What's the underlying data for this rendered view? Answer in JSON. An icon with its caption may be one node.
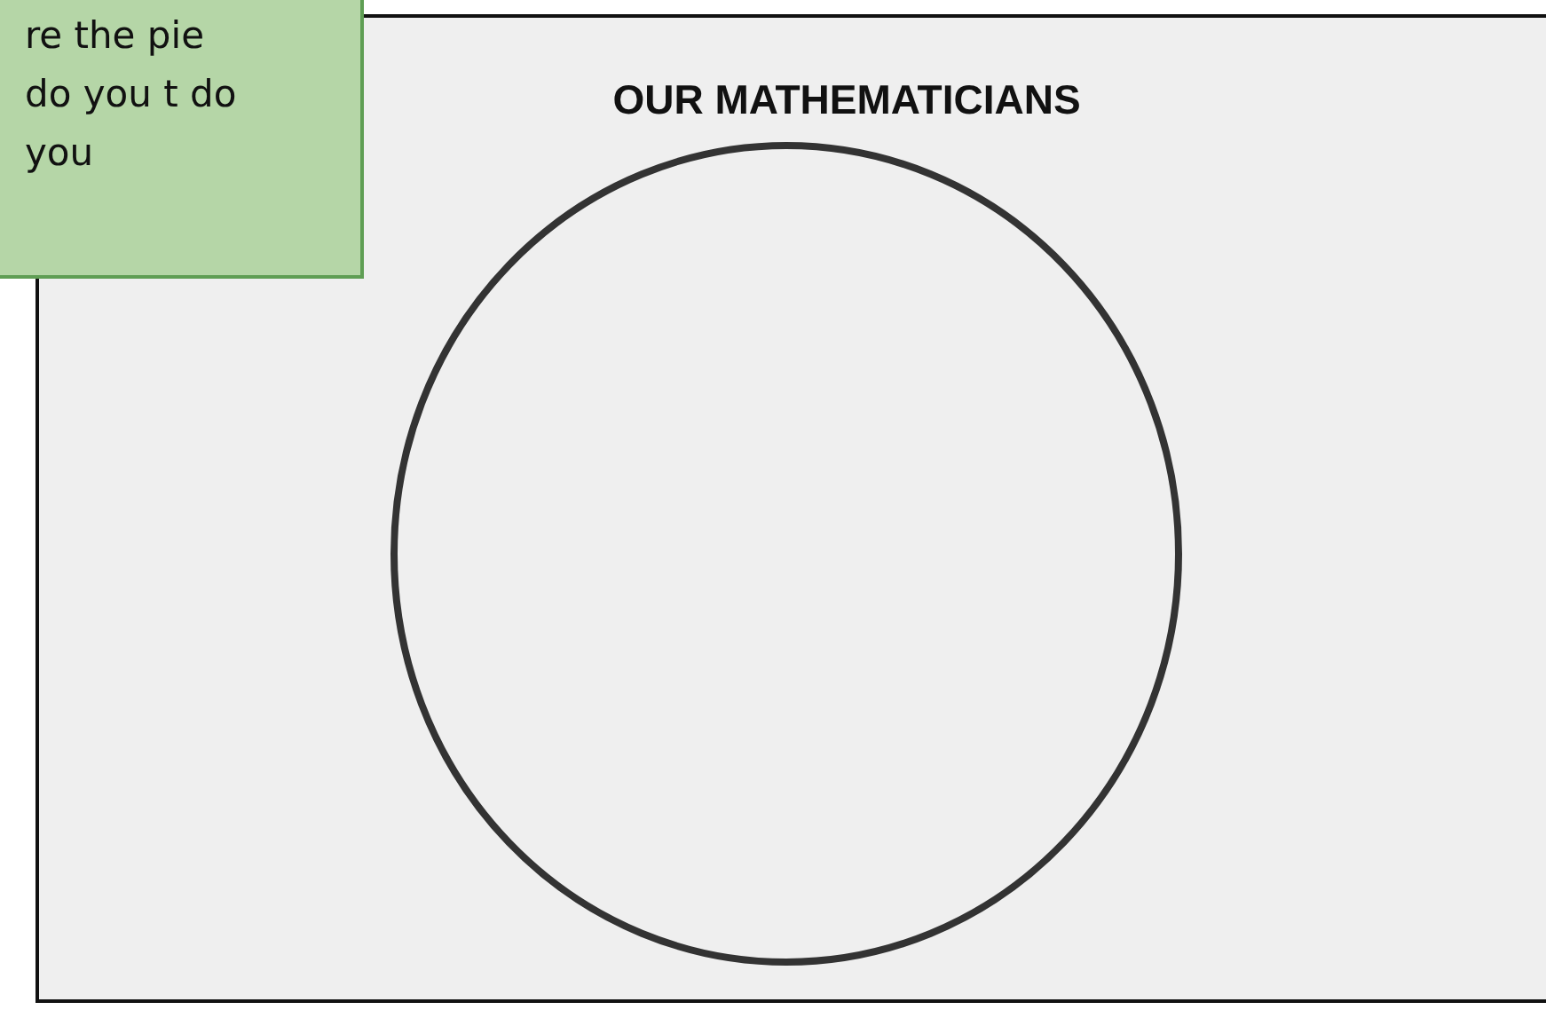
{
  "diagram": {
    "nodes": [
      {
        "text": [
          "re the pie do you t do you"
        ]
      },
      {
        "text": [
          "OUR MATHEMATICIANS"
        ]
      },
      {
        "text": [],
        "shape": "circle",
        "in": 1
      }
    ]
  }
}
